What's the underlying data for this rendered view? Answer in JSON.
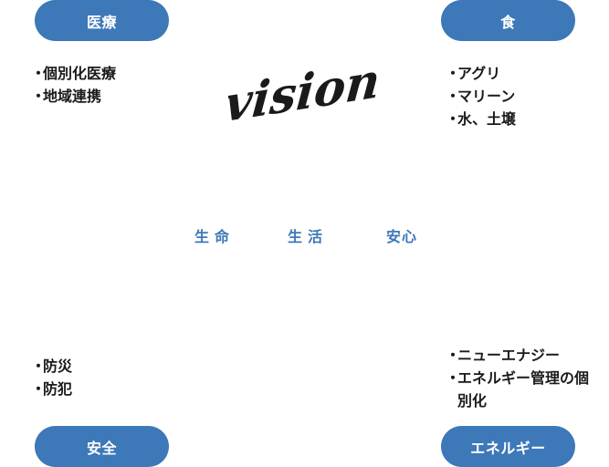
{
  "categories": {
    "medical": {
      "label": "医療",
      "items": [
        "個別化医療",
        "地域連携"
      ]
    },
    "food": {
      "label": "食",
      "items": [
        "アグリ",
        "マリーン",
        "水、土壌"
      ]
    },
    "safety": {
      "label": "安全",
      "items": [
        "防災",
        "防犯"
      ]
    },
    "energy": {
      "label": "エネルギー",
      "items": [
        "ニューエナジー",
        "エネルギー管理の個別化"
      ]
    }
  },
  "center": {
    "vision": "vision",
    "keywords": [
      "生命",
      "生活",
      "安心"
    ]
  },
  "bullet": "・",
  "colors": {
    "accent": "#3d78b8",
    "text": "#1a1a1a",
    "background": "#ffffff"
  }
}
